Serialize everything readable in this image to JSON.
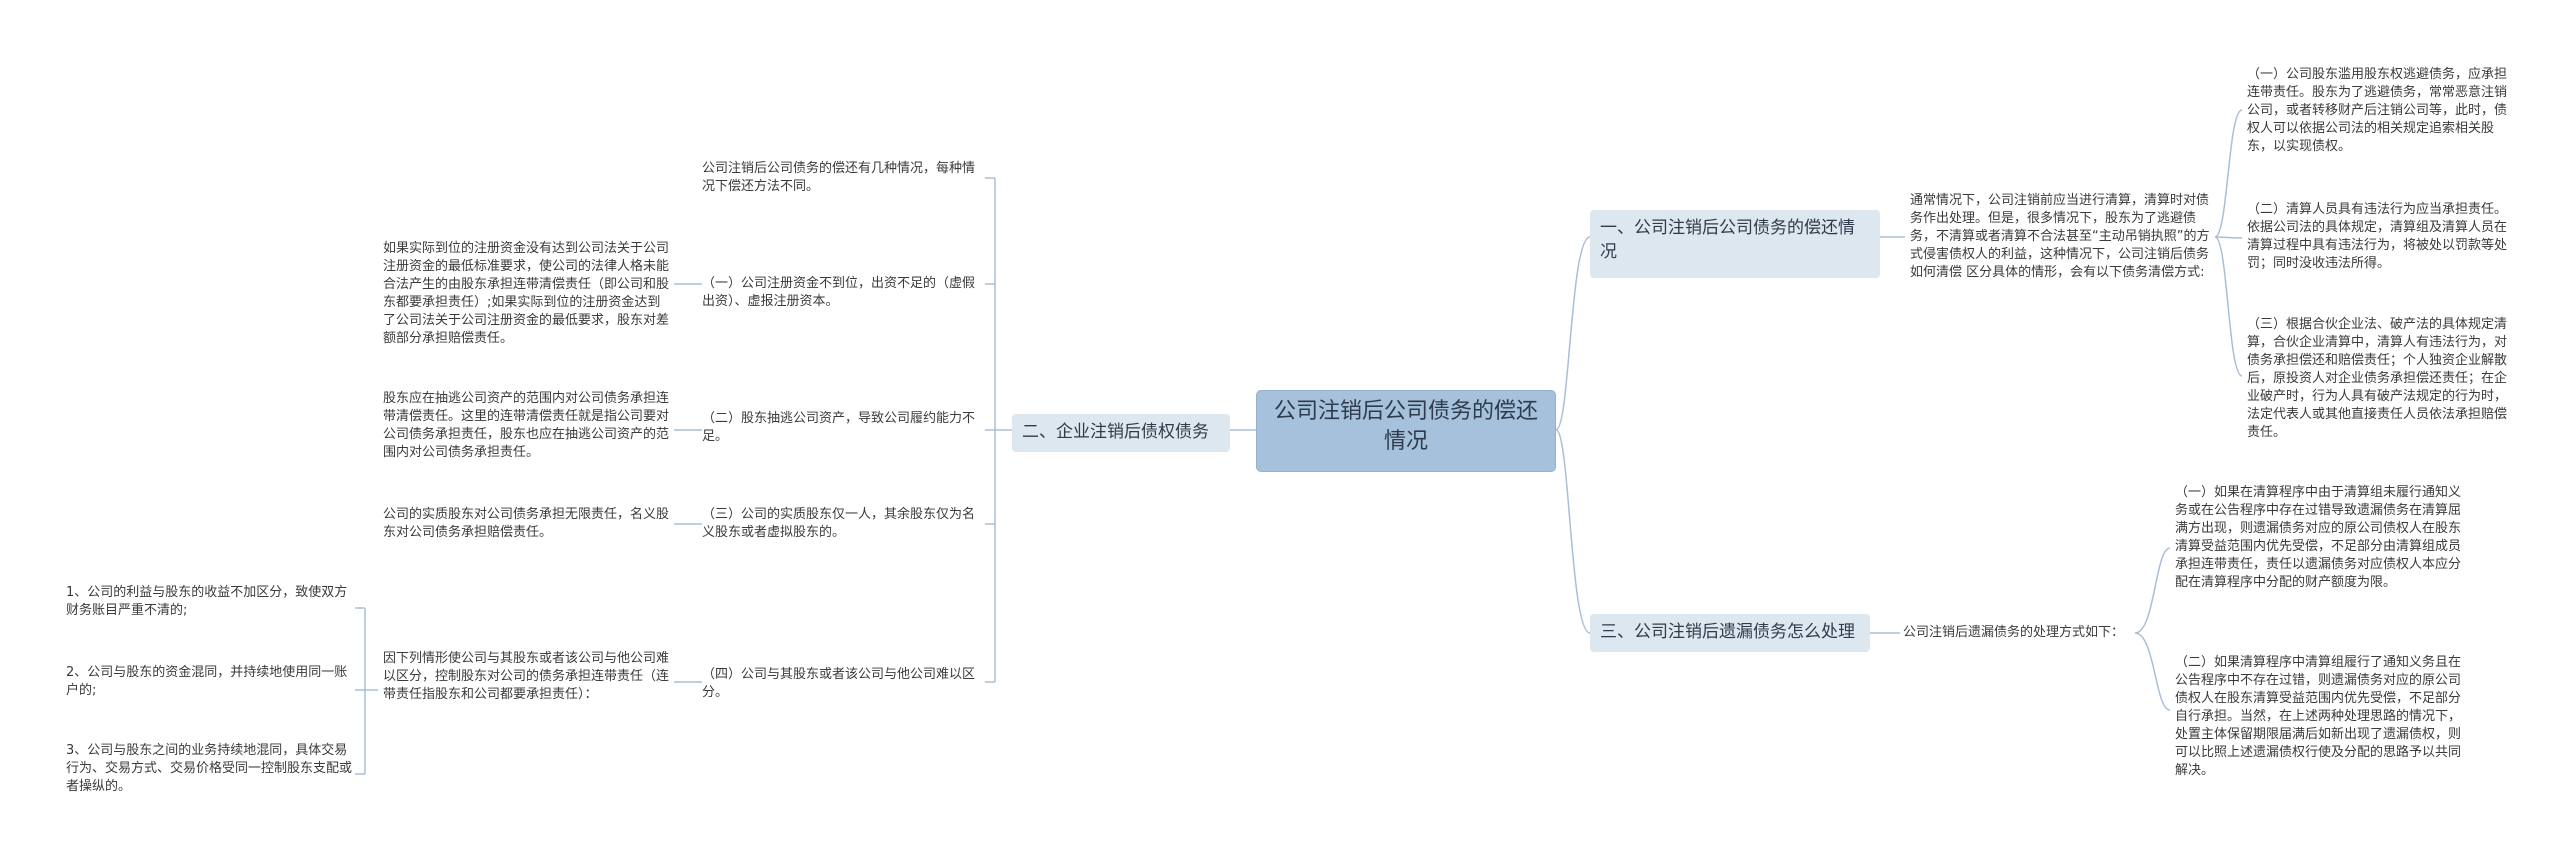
{
  "root": {
    "title": "公司注销后公司债务的偿还情况"
  },
  "branches": {
    "b1": {
      "label": "一、公司注销后公司债务的偿还情况",
      "summary": "通常情况下，公司注销前应当进行清算，清算时对债务作出处理。但是，很多情况下，股东为了逃避债务，不清算或者清算不合法甚至“主动吊销执照”的方式侵害债权人的利益，这种情况下，公司注销后债务如何清偿 区分具体的情形，会有以下债务清偿方式:",
      "items": [
        "（一）公司股东滥用股东权逃避债务，应承担连带责任。股东为了逃避债务，常常恶意注销公司，或者转移财产后注销公司等，此时，债权人可以依据公司法的相关规定追索相关股东，以实现债权。",
        "（二）清算人员具有违法行为应当承担责任。依据公司法的具体规定，清算组及清算人员在清算过程中具有违法行为，将被处以罚款等处罚；同时没收违法所得。",
        "（三）根据合伙企业法、破产法的具体规定清算，合伙企业清算中，清算人有违法行为，对债务承担偿还和赔偿责任；个人独资企业解散后，原投资人对企业债务承担偿还责任；在企业破产时，行为人具有破产法规定的行为时，法定代表人或其他直接责任人员依法承担赔偿责任。"
      ]
    },
    "b2": {
      "label": "二、企业注销后债权债务",
      "intro": "公司注销后公司债务的偿还有几种情况，每种情况下偿还方法不同。",
      "items": [
        {
          "text": "（一）公司注册资金不到位，出资不足的（虚假出资）、虚报注册资本。",
          "detail": "如果实际到位的注册资金没有达到公司法关于公司注册资金的最低标准要求，使公司的法律人格未能合法产生的由股东承担连带清偿责任（即公司和股东都要承担责任）;如果实际到位的注册资金达到了公司法关于公司注册资金的最低要求，股东对差额部分承担赔偿责任。"
        },
        {
          "text": "（二）股东抽逃公司资产，导致公司履约能力不足。",
          "detail": "股东应在抽逃公司资产的范围内对公司债务承担连带清偿责任。这里的连带清偿责任就是指公司要对公司债务承担责任，股东也应在抽逃公司资产的范围内对公司债务承担责任。"
        },
        {
          "text": "（三）公司的实质股东仅一人，其余股东仅为名义股东或者虚拟股东的。",
          "detail": "公司的实质股东对公司债务承担无限责任，名义股东对公司债务承担赔偿责任。"
        },
        {
          "text": "（四）公司与其股东或者该公司与他公司难以区分。",
          "detail": "因下列情形使公司与其股东或者该公司与他公司难以区分，控制股东对公司的债务承担连带责任（连带责任指股东和公司都要承担责任）：",
          "subitems": [
            "1、公司的利益与股东的收益不加区分，致使双方财务账目严重不清的;",
            "2、公司与股东的资金混同，并持续地使用同一账户的;",
            "3、公司与股东之间的业务持续地混同，具体交易行为、交易方式、交易价格受同一控制股东支配或者操纵的。"
          ]
        }
      ]
    },
    "b3": {
      "label": "三、公司注销后遗漏债务怎么处理",
      "summary": "公司注销后遗漏债务的处理方式如下：",
      "items": [
        "（一）如果在清算程序中由于清算组未履行通知义务或在公告程序中存在过错导致遗漏债务在清算屈满方出现，则遗漏债务对应的原公司债权人在股东清算受益范围内优先受偿，不足部分由清算组成员承担连带责任，责任以遗漏债务对应债权人本应分配在清算程序中分配的财产额度为限。",
        "（二）如果清算程序中清算组履行了通知义务且在公告程序中不存在过错，则遗漏债务对应的原公司债权人在股东清算受益范围内优先受偿，不足部分自行承担。当然，在上述两种处理思路的情况下，处置主体保留期限届满后如新出现了遗漏债权，则可以比照上述遗漏债权行使及分配的思路予以共同解决。"
      ]
    }
  },
  "colors": {
    "line": "#a9bfd6",
    "root_bg": "#a6c1dc",
    "branch_bg": "#dde7ef"
  }
}
